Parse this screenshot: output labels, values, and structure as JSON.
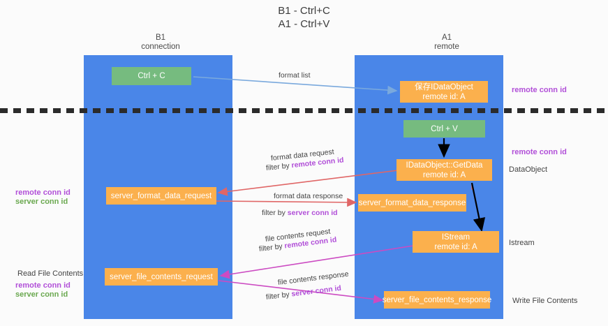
{
  "title": {
    "line1": "B1 - Ctrl+C",
    "line2": "A1 - Ctrl+V"
  },
  "columns": [
    {
      "name": "B1",
      "role": "connection"
    },
    {
      "name": "A1",
      "role": "remote"
    }
  ],
  "boxes": {
    "ctrl_c": {
      "label": "Ctrl + C"
    },
    "ctrl_v": {
      "label": "Ctrl + V"
    },
    "remote_dataobject": {
      "line1": "保存IDataObject",
      "line2": "remote id: A"
    },
    "getdata": {
      "line1": "IDataObject::GetData",
      "line2": "remote id: A"
    },
    "istream": {
      "line1": "IStream",
      "line2": "remote id: A"
    },
    "server_format_data_request": {
      "label": "server_format_data_request"
    },
    "server_format_data_response": {
      "label": "server_format_data_response"
    },
    "server_file_contents_request": {
      "label": "server_file_contents_request"
    },
    "server_file_contents_response": {
      "label": "server_file_contents_response"
    }
  },
  "edge_labels": {
    "format_list": "format list",
    "format_data_request": "format data request",
    "format_data_request_filter_prefix": "filter by ",
    "format_data_request_filter_key": "remote conn id",
    "format_data_response": "format data response",
    "format_data_response_filter_prefix": "filter by ",
    "format_data_response_filter_key": "server conn id",
    "file_contents_request": "file contents request",
    "file_contents_request_filter_prefix": "filter by ",
    "file_contents_request_filter_key": "remote conn id",
    "file_contents_response": "file contents response",
    "file_contents_response_filter_prefix": "filter by ",
    "file_contents_response_filter_key": "server conn id"
  },
  "annotations": {
    "right_remote_conn_id_top": "remote conn id",
    "right_remote_conn_id_mid": "remote conn id",
    "right_dataobject": "DataObject",
    "right_istream": "Istream",
    "right_write_file_contents": "Write File Contents",
    "left_remote_conn_id": "remote conn id",
    "left_server_conn_id": "server conn id",
    "left_read_file_contents": "Read File Contents",
    "left_remote_conn_id_2": "remote conn id",
    "left_server_conn_id_2": "server conn id"
  },
  "colors": {
    "lane": "#4a86e8",
    "green_box": "#76bb7f",
    "orange_box": "#fbb04d",
    "purple_text": "#b14fd8",
    "green_text": "#6aa84f",
    "arrow_blue": "#7aa9dd",
    "arrow_red": "#e06666",
    "arrow_magenta": "#cc4bc2",
    "arrow_black": "#000000",
    "dashed_line": "#2b2b2b",
    "background": "#fbfbfb"
  }
}
